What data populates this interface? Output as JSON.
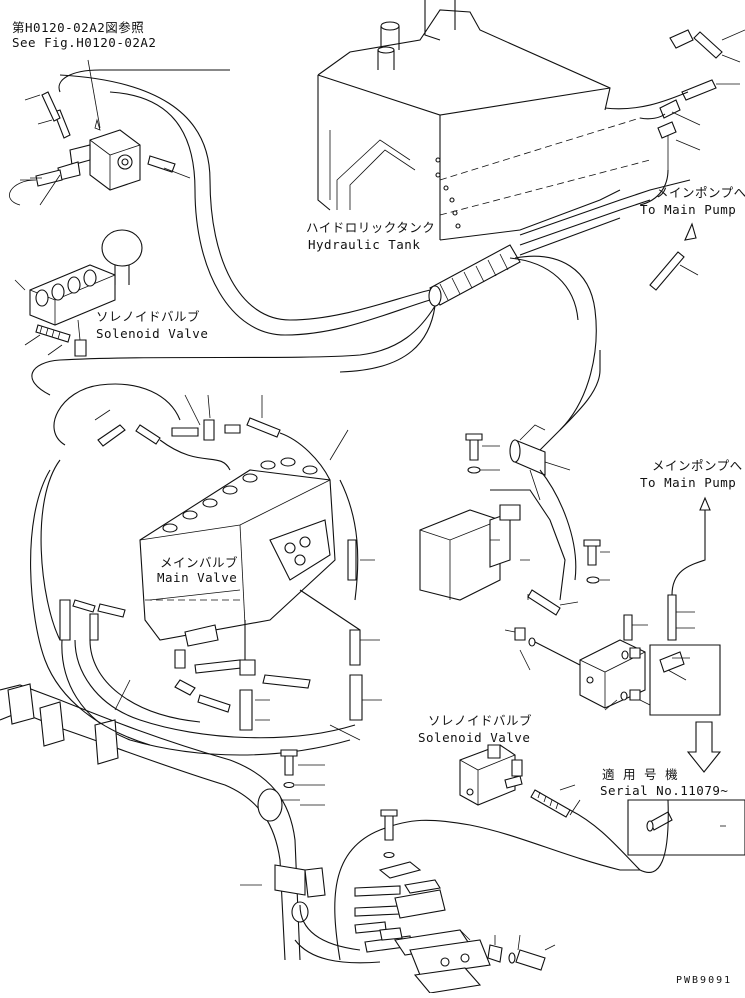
{
  "labels": {
    "ref_jp": "第H0120-02A2図参照",
    "ref_en": "See Fig.H0120-02A2",
    "tank_jp": "ハイドロリックタンク",
    "tank_en": "Hydraulic Tank",
    "pump1_jp": "メインポンプへ",
    "pump1_en": "To Main Pump",
    "sol1_jp": "ソレノイドバルブ",
    "sol1_en": "Solenoid Valve",
    "mainvalve_jp": "メインバルブ",
    "mainvalve_en": "Main Valve",
    "pump2_jp": "メインポンプへ",
    "pump2_en": "To Main Pump",
    "sol2_jp": "ソレノイドバルブ",
    "sol2_en": "Solenoid Valve",
    "serial_jp": "適 用 号 機",
    "serial_en": "Serial No.11079~",
    "drawing_code": "PWB9091"
  },
  "colors": {
    "ink": "#111111",
    "paper": "#ffffff"
  }
}
